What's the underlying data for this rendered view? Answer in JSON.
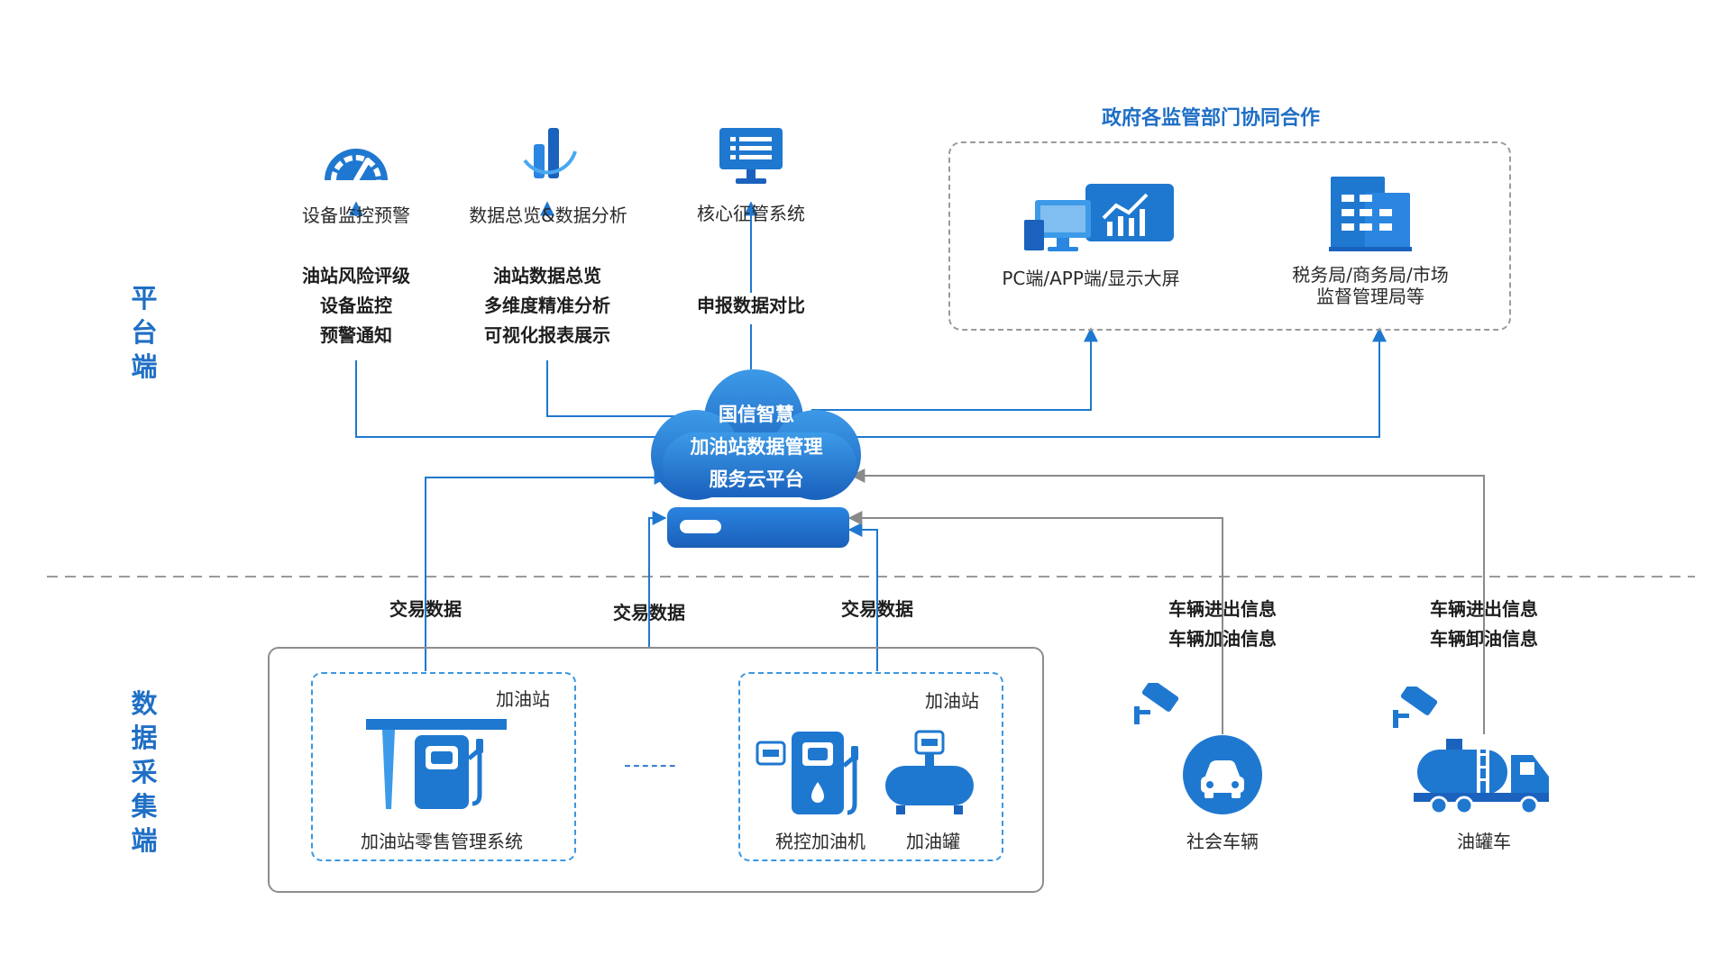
{
  "sections": {
    "platform": "平\n台\n端",
    "collection": "数\n据\n采\n集\n端"
  },
  "platform": {
    "modules": [
      {
        "icon": "gauge-icon",
        "title": "设备监控预警",
        "features": [
          "油站风险评级",
          "设备监控",
          "预警通知"
        ]
      },
      {
        "icon": "analytics-icon",
        "title": "数据总览&数据分析",
        "features": [
          "油站数据总览",
          "多维度精准分析",
          "可视化报表展示"
        ]
      },
      {
        "icon": "monitor-icon",
        "title": "核心征管系统",
        "features": [
          "申报数据对比"
        ]
      }
    ],
    "gov": {
      "title": "政府各监管部门协同合作",
      "items": [
        {
          "icon": "devices-icon",
          "label": "PC端/APP端/显示大屏"
        },
        {
          "icon": "building-icon",
          "label_lines": [
            "税务局/商务局/市场",
            "监督管理局等"
          ]
        }
      ]
    }
  },
  "cloud": {
    "lines": [
      "国信智慧",
      "加油站数据管理",
      "服务云平台"
    ]
  },
  "collection": {
    "flow_labels": {
      "trade1": "交易数据",
      "trade2": "交易数据",
      "trade3": "交易数据",
      "vehicle": [
        "车辆进出信息",
        "车辆加油信息"
      ],
      "tanker": [
        "车辆进出信息",
        "车辆卸油信息"
      ]
    },
    "station1": {
      "tag": "加油站",
      "caption": "加油站零售管理系统"
    },
    "station2": {
      "tag": "加油站",
      "dispenser": "税控加油机",
      "tank": "加油罐"
    },
    "ellipsis": "------",
    "vehicle_caption": "社会车辆",
    "tanker_caption": "油罐车"
  },
  "colors": {
    "primary": "#1f6fc5",
    "accent": "#3a97e0",
    "gray_line": "#8c8c8c"
  }
}
